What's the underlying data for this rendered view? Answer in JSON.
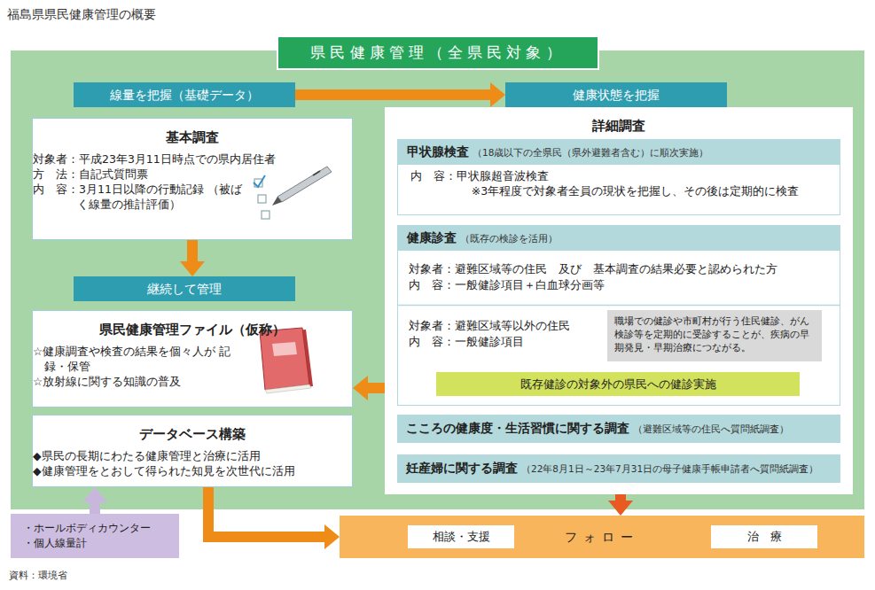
{
  "diagram": {
    "title": "福島県県民健康管理の概要",
    "caption": "資料：環境省",
    "nodes": [
      {
        "text": [
          "県民健康管理（全県民対象）"
        ]
      },
      {
        "text": [
          "線量を把握（基礎データ）"
        ],
        "in": 0
      },
      {
        "text": [
          "基本調査",
          "対象者：平成23年3月11日時点での県内居住者",
          "方　法：自記式質問票",
          "内　容：3月11日以降の行動記録 （被ばく線量の推計評価）"
        ],
        "in": 0
      },
      {
        "text": [
          "継続して管理"
        ],
        "in": 0
      },
      {
        "text": [
          "県民健康管理ファイル（仮称）",
          "☆健康調査や検査の結果を個々人が 記録・保管",
          "☆放射線に関する知識の普及"
        ],
        "in": 0
      },
      {
        "text": [
          "データベース構築",
          "◆県民の長期にわたる健康管理と治療に活用",
          "◆健康管理をとおして得られた知見を次世代に活用"
        ],
        "in": 0
      },
      {
        "text": [
          "健康状態を把握"
        ],
        "in": 0
      },
      {
        "text": [
          "詳細調査"
        ],
        "in": 0
      },
      {
        "text": [
          "甲状腺検査",
          "（18歳以下の全県民（県外避難者含む）に順次実施）",
          "内　容：甲状腺超音波検査",
          "※3年程度で対象者全員の現状を把握し、その後は定期的に検査"
        ],
        "in": 7
      },
      {
        "text": [
          "健康診査",
          "（既存の検診を活用）",
          "対象者：避難区域等の住民　及び　基本調査の結果必要と認められた方",
          "内　容：一般健診項目＋白血球分画等",
          "対象者：避難区域等以外の住民",
          "内　容：一般健診項目"
        ],
        "in": 7
      },
      {
        "text": [
          "職場での健診や市町村が行う住民健診、がん検診等を定期的に受診することが、疾病の早期発見・早期治療につながる。"
        ],
        "in": 9
      },
      {
        "text": [
          "既存健診の対象外の県民への健診実施"
        ],
        "in": 9
      },
      {
        "text": [
          "こころの健康度・生活習慣に関する調査",
          "（避難区域等の住民へ質問紙調査）"
        ],
        "in": 7
      },
      {
        "text": [
          "妊産婦に関する調査",
          "（22年8月1日～23年7月31日の母子健康手帳申請者へ質問紙調査）"
        ],
        "in": 7
      },
      {
        "text": [
          "・ホールボディカウンター",
          "・個人線量計"
        ]
      },
      {
        "text": [
          "フォロー"
        ]
      },
      {
        "text": [
          "相談・支援"
        ],
        "in": 15
      },
      {
        "text": [
          "治　療"
        ],
        "in": 15
      }
    ],
    "edges": [
      {
        "from": 1,
        "to": 6,
        "arrow": "to"
      },
      {
        "from": 2,
        "to": 3,
        "arrow": "to"
      },
      {
        "from": 7,
        "to": 4,
        "arrow": "to"
      },
      {
        "from": 7,
        "to": 15,
        "arrow": "to"
      },
      {
        "from": 5,
        "to": 15,
        "arrow": "to"
      },
      {
        "from": 14,
        "to": 5,
        "arrow": "to"
      }
    ]
  }
}
